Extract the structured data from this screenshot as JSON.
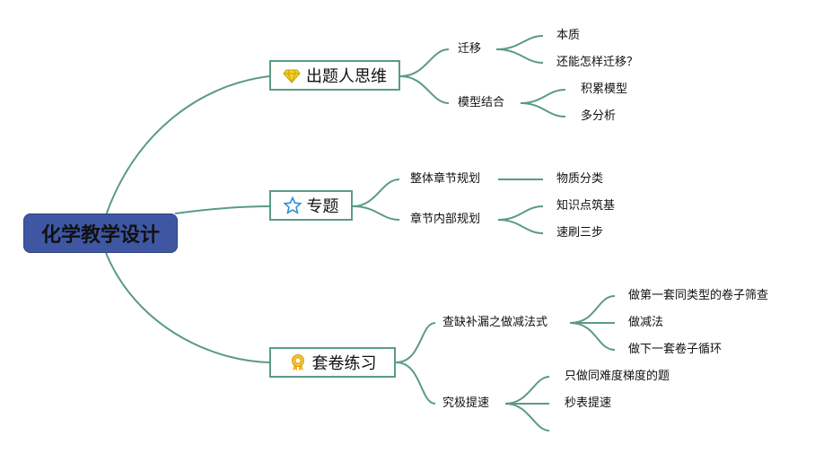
{
  "root": {
    "label": "化学教学设计"
  },
  "branches": [
    {
      "label": "出题人思维",
      "icon": "diamond-icon",
      "children": [
        {
          "label": "迁移",
          "children": [
            "本质",
            "还能怎样迁移？"
          ]
        },
        {
          "label": "模型结合",
          "children": [
            "积累模型",
            "多分析"
          ]
        }
      ]
    },
    {
      "label": "专题",
      "icon": "star-icon",
      "children": [
        {
          "label": "整体章节规划",
          "children": [
            "物质分类"
          ]
        },
        {
          "label": "章节内部规划",
          "children": [
            "知识点筑基",
            "速刷三步"
          ]
        }
      ]
    },
    {
      "label": "套卷练习",
      "icon": "medal-icon",
      "children": [
        {
          "label": "查缺补漏之做减法式",
          "children": [
            "做第一套同类型的卷子筛查",
            "做减法",
            "做下一套卷子循环"
          ]
        },
        {
          "label": "究极提速",
          "children": [
            "只做同难度梯度的题",
            "秒表提速",
            ""
          ]
        }
      ]
    }
  ],
  "colors": {
    "line": "#5a9a8a",
    "root_bg": "#3f57a3",
    "branch_border": "#5a9a8a"
  }
}
